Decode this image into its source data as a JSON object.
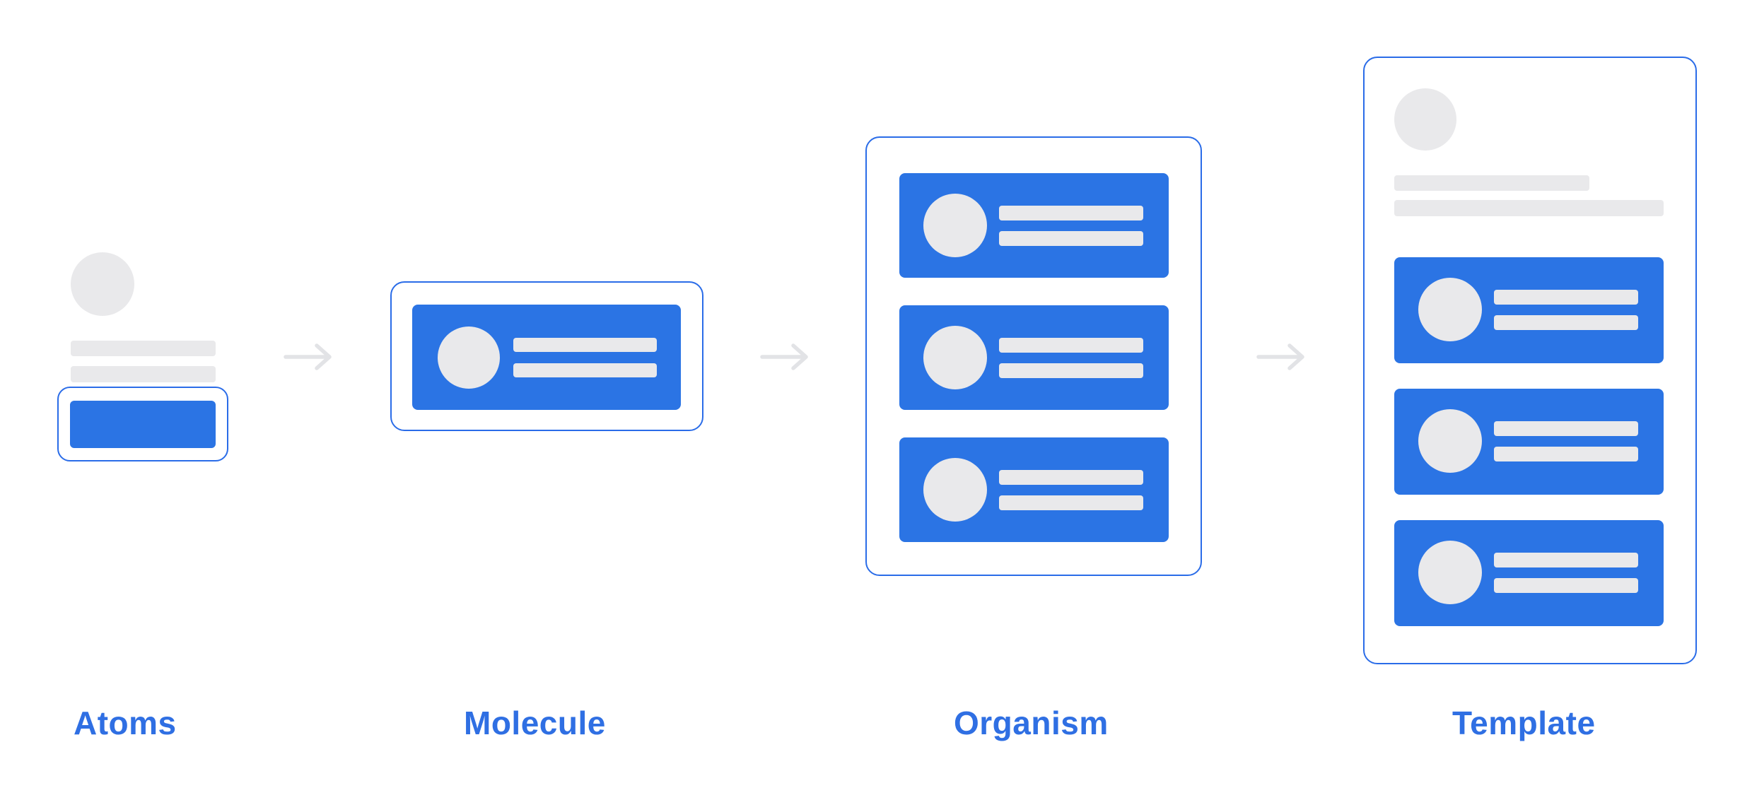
{
  "colors": {
    "background": "#ffffff",
    "fill_blue": "#2b74e4",
    "outline_blue": "#2a6ce8",
    "shape_gray": "#e9e9eb",
    "arrow_gray": "#e2e3e6",
    "label_blue": "#2f6fe3"
  },
  "stages": [
    {
      "id": "atoms",
      "label": "Atoms"
    },
    {
      "id": "molecule",
      "label": "Molecule"
    },
    {
      "id": "organism",
      "label": "Organism"
    },
    {
      "id": "template",
      "label": "Template"
    }
  ],
  "arrows": {
    "glyph": "right-arrow",
    "count": 3
  }
}
